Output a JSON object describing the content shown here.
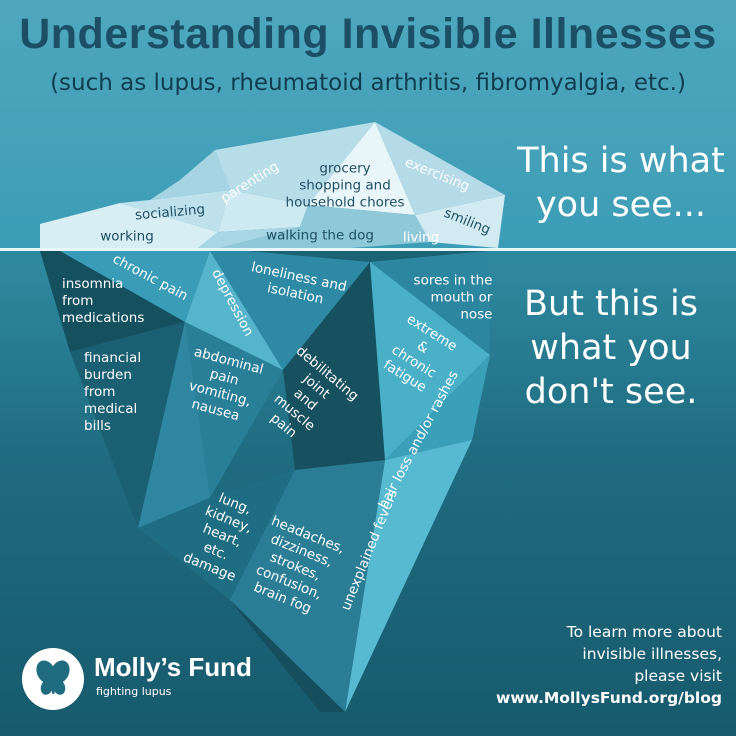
{
  "title": "Understanding Invisible Illnesses",
  "subtitle": "(such as lupus, rheumatoid arthritis, fibromyalgia, etc.)",
  "visible_heading": [
    "This is what",
    "you see..."
  ],
  "hidden_heading": [
    "But this is",
    "what you",
    "don't see."
  ],
  "above_water": [
    "socializing",
    "parenting",
    "grocery\nshopping and\nhousehold chores",
    "exercising",
    "smiling",
    "working",
    "walking the dog",
    "living"
  ],
  "below_water": [
    "chronic pain",
    "insomnia\nfrom\nmedications",
    "depression",
    "loneliness and\nisolation",
    "sores in the\nmouth or\nnose",
    "extreme\n&\nchronic\nfatigue",
    "financial\nburden\nfrom\nmedical\nbills",
    "abdominal\npain\nvomiting,\nnausea",
    "debilitating\njoint\nand\nmuscle\npain",
    "hair loss\nand/or rashes",
    "lung,\nkidney,\nheart,\netc.\ndamage",
    "headaches,\ndizziness,\nstrokes,\nconfusion,\nbrain fog",
    "unexplained fevers"
  ],
  "cta": [
    "To learn more about",
    "invisible illnesses,",
    "please visit",
    "www.MollysFund.org/blog"
  ],
  "brand": {
    "name": "Molly’s Fund",
    "tagline": "fighting lupus"
  },
  "colors": {
    "title": "#1c4f66",
    "sky": "#4ea7bd",
    "deep": "#175a6d",
    "ice_light": "#e6f5f9",
    "ice_dark": "#1e5b6d"
  },
  "icons": [
    "butterfly-logo-icon"
  ]
}
